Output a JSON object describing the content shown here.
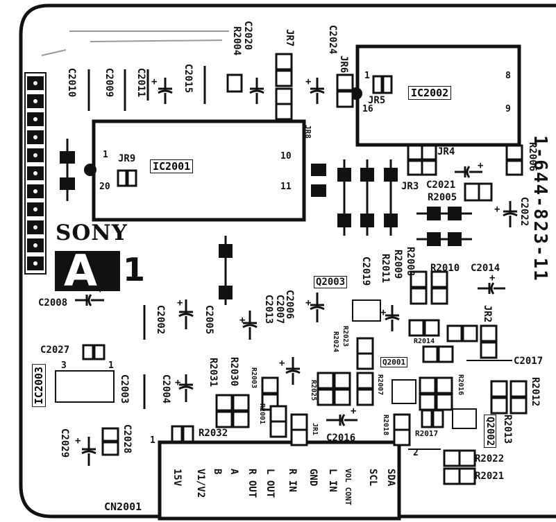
{
  "board": {
    "logo": "SONY",
    "board_letter": "A",
    "board_number": "1",
    "part_number": "1-644-823-11"
  },
  "ics": {
    "ic2001": {
      "name": "IC2001",
      "pin_1": "1",
      "pin_10": "10",
      "pin_11": "11",
      "pin_20": "20"
    },
    "ic2002": {
      "name": "IC2002",
      "pin_1": "1",
      "pin_8": "8",
      "pin_9": "9",
      "pin_16": "16"
    },
    "ic2003": {
      "name": "IC2003",
      "pin_1": "1",
      "pin_3": "3"
    }
  },
  "transistors": [
    "Q2003",
    "Q2001",
    "Q2002"
  ],
  "capacitors": [
    "C2010",
    "C2009",
    "C2011",
    "C2015",
    "C2020",
    "C2024",
    "C2021",
    "C2022",
    "C2014",
    "C2019",
    "C2006",
    "C2007",
    "C2013",
    "C2005",
    "C2002",
    "C2008",
    "C2027",
    "C2003",
    "C2004",
    "C2029",
    "C2028",
    "C2016",
    "C2017"
  ],
  "resistors": [
    "R2004",
    "R2006",
    "R2005",
    "R2011",
    "R2009",
    "R2008",
    "R2010",
    "R2023",
    "R2024",
    "R2031",
    "R2030",
    "R2003",
    "R2001",
    "R2025",
    "R2007",
    "R2018",
    "R2014",
    "R2016",
    "R2017",
    "R2012",
    "R2013",
    "R2022",
    "R2021",
    "R2032"
  ],
  "jumpers": [
    "JR7",
    "JR6",
    "JR5",
    "JR4",
    "JR3",
    "JR8",
    "JR9",
    "JR2",
    "JR1"
  ],
  "connector": {
    "name": "CN2001",
    "pin_1": "1",
    "pins": [
      "15V",
      "V1/V2",
      "B",
      "A",
      "R OUT",
      "L OUT",
      "R IN",
      "GND",
      "L IN",
      "VOL CONT",
      "SCL",
      "SDA"
    ]
  },
  "misc": {
    "pad_2": "2"
  }
}
